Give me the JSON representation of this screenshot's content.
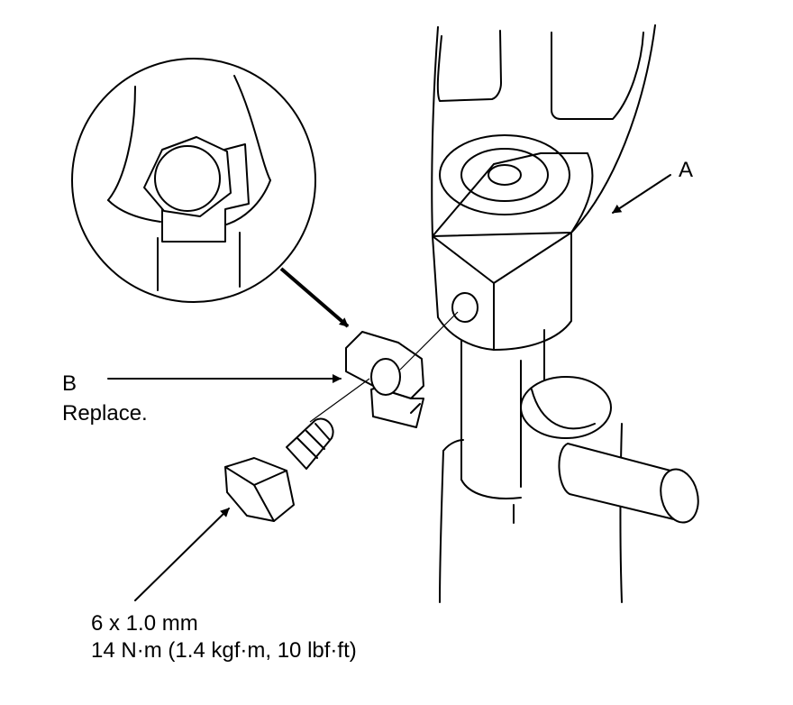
{
  "labels": {
    "part_a": "A",
    "part_b": "B",
    "part_b_note": "Replace.",
    "bolt_size": "6 x 1.0 mm",
    "bolt_torque": "14 N·m (1.4 kgf·m, 10 lbf·ft)"
  }
}
